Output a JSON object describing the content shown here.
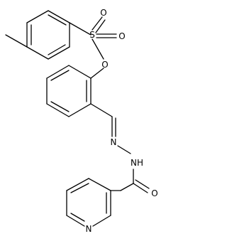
{
  "structure": {
    "atoms": {
      "sulfonyl_o_top": "O",
      "sulfur": "S",
      "sulfonyl_o_bottom": "O",
      "ester_o": "O",
      "hydrazone_n": "N",
      "amide_nh": "NH",
      "carbonyl_o": "O",
      "pyridine_n": "N"
    },
    "colors": {
      "line": "#000000",
      "background": "#ffffff"
    }
  }
}
